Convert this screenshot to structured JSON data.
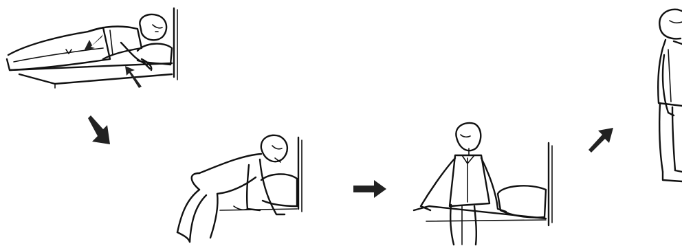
{
  "diagram": {
    "steps": [
      {
        "id": "lying",
        "description": ""
      },
      {
        "id": "pushing-up",
        "description": ""
      },
      {
        "id": "sitting",
        "description": ""
      },
      {
        "id": "standing",
        "description": ""
      }
    ],
    "arrows": [
      {
        "from": "lying",
        "to": "pushing-up",
        "direction": "down-right"
      },
      {
        "from": "pushing-up",
        "to": "sitting",
        "direction": "right"
      },
      {
        "from": "sitting",
        "to": "standing",
        "direction": "up-right"
      }
    ],
    "colors": {
      "ink": "#111111",
      "arrow": "#222222",
      "background": "#ffffff"
    }
  }
}
